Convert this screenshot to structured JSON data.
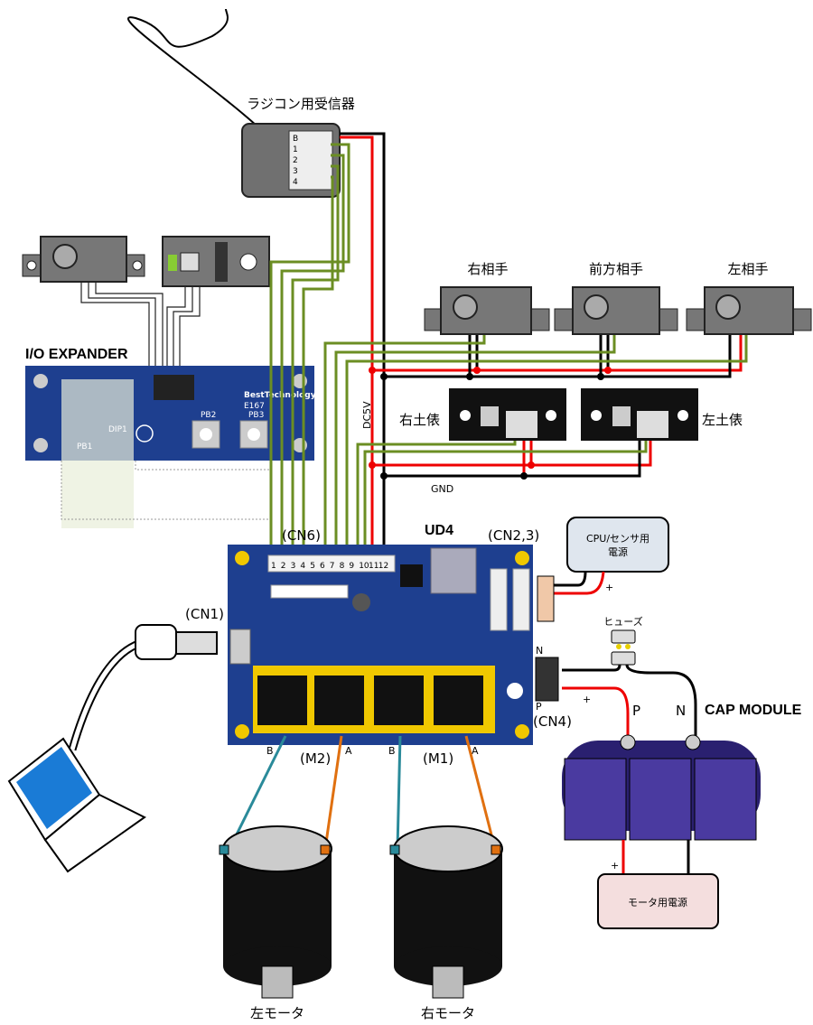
{
  "receiver": {
    "title": "ラジコン用受信器",
    "pins": [
      "B",
      "1",
      "2",
      "3",
      "4"
    ]
  },
  "io_expander": {
    "title": "I/O EXPANDER",
    "brand": "BestTechnology",
    "model": "E167",
    "buttons": [
      "PB1",
      "PB2",
      "PB3"
    ],
    "dip": "DIP1"
  },
  "opponent_sensors": [
    {
      "label": "右相手"
    },
    {
      "label": "前方相手"
    },
    {
      "label": "左相手"
    }
  ],
  "ring_sensors": [
    {
      "label": "右土俵"
    },
    {
      "label": "左土俵"
    }
  ],
  "power_rails": {
    "dc5v": "DC5V",
    "gnd": "GND"
  },
  "ud4": {
    "title": "UD4",
    "cn6": "(CN6)",
    "cn23": "(CN2,3)",
    "cn1": "(CN1)",
    "cn4": "(CN4)",
    "cn6_pins": [
      "1",
      "2",
      "3",
      "4",
      "5",
      "6",
      "7",
      "8",
      "9",
      "10",
      "11",
      "12"
    ],
    "m2": "(M2)",
    "m1": "(M1)",
    "m2_b": "B",
    "m2_a": "A",
    "m1_b": "B",
    "m1_a": "A",
    "cn4_n": "N",
    "cn4_p": "P"
  },
  "cpu_power": {
    "label_line1": "CPU/センサ用",
    "label_line2": "電源",
    "plus": "+"
  },
  "fuse": {
    "label": "ヒューズ"
  },
  "cap_module": {
    "title": "CAP MODULE",
    "p": "P",
    "n": "N",
    "plus": "+",
    "cn4_plus": "+"
  },
  "motor_power": {
    "label": "モータ用電源",
    "plus": "+"
  },
  "motors": [
    {
      "label": "左モータ"
    },
    {
      "label": "右モータ"
    }
  ],
  "colors": {
    "pcb": "#1e3f8f",
    "signal_wire": "#6b8e23",
    "plus_wire": "#e00000",
    "gnd_wire": "#000000",
    "motor_b": "#2a8a9a",
    "motor_a": "#e07010",
    "capacitor": "#3a2a8a"
  }
}
